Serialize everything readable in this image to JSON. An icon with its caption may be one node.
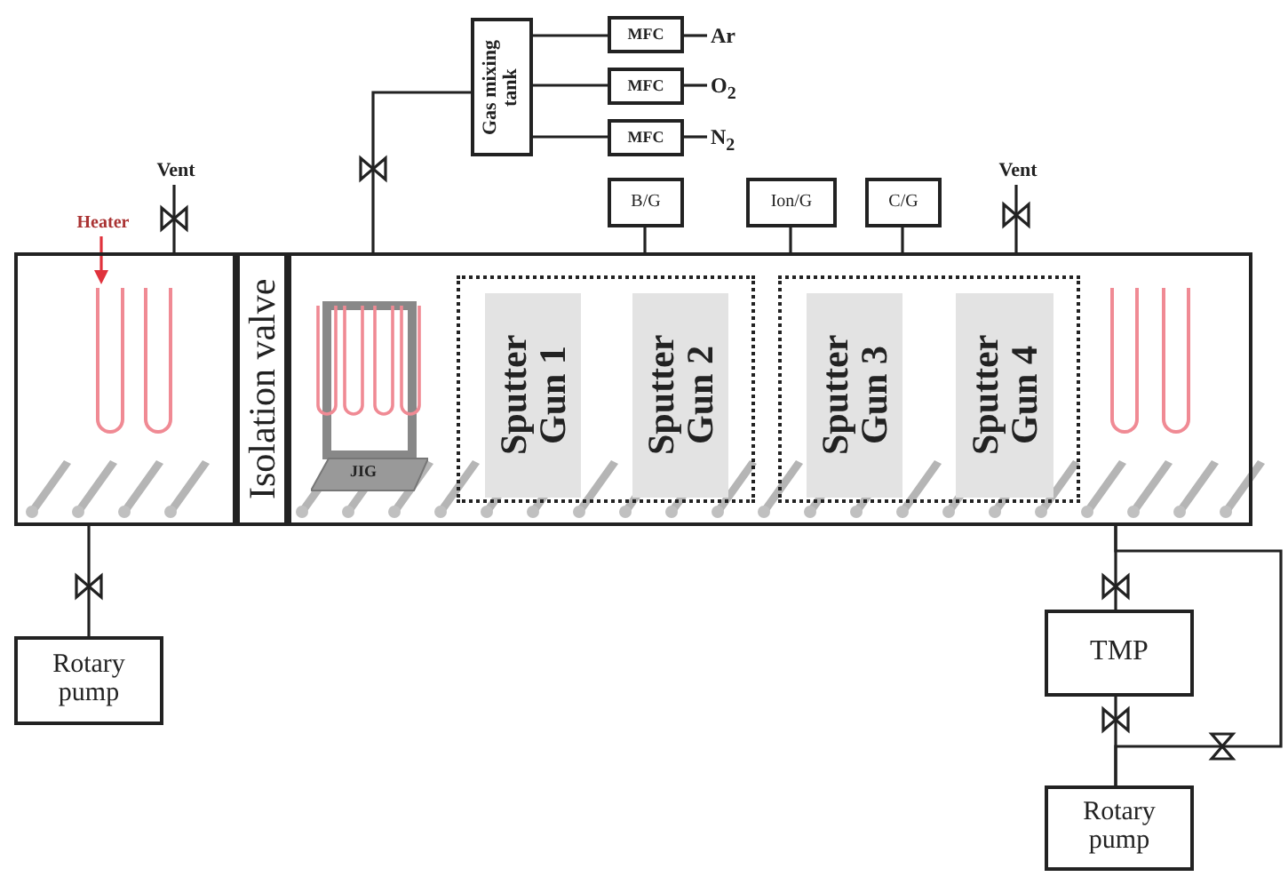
{
  "diagram": {
    "nodes": [
      {
        "text": [],
        "shape": "box"
      },
      {
        "text": [
          "Isolation valve"
        ]
      },
      {
        "text": [],
        "shape": "box"
      },
      {
        "text": [
          "Gas mixing tank"
        ]
      },
      {
        "text": [
          "MFC"
        ]
      },
      {
        "text": [
          "MFC"
        ]
      },
      {
        "text": [
          "MFC"
        ]
      },
      {
        "text": [
          "Ar"
        ]
      },
      {
        "text": [
          "O$_{2}$"
        ]
      },
      {
        "text": [
          "N$_{2}$"
        ]
      },
      {
        "text": [
          "B/G"
        ]
      },
      {
        "text": [
          "Ion/G"
        ]
      },
      {
        "text": [
          "C/G"
        ]
      },
      {
        "text": [
          "JIG"
        ],
        "in": 2
      },
      {
        "text": [],
        "shape": "box",
        "in": 2
      },
      {
        "text": [
          "Sputter Gun 1"
        ],
        "in": 14
      },
      {
        "text": [
          "Sputter Gun 2"
        ],
        "in": 14
      },
      {
        "text": [],
        "shape": "box",
        "in": 2
      },
      {
        "text": [
          "Sputter Gun 3"
        ],
        "in": 17
      },
      {
        "text": [
          "Sputter Gun 4"
        ],
        "in": 17
      },
      {
        "text": [
          "Vent"
        ]
      },
      {
        "text": [
          "Vent"
        ]
      },
      {
        "text": [
          "Heater"
        ]
      },
      {
        "text": [
          "Rotary pump"
        ]
      },
      {
        "text": [
          "TMP"
        ]
      },
      {
        "text": [
          "Rotary pump"
        ]
      }
    ],
    "edges": [
      {
        "from": 0,
        "to": 20,
        "arrow": "none"
      },
      {
        "from": 2,
        "to": 3,
        "arrow": "none"
      },
      {
        "from": 3,
        "to": 4,
        "arrow": "none"
      },
      {
        "from": 3,
        "to": 5,
        "arrow": "none"
      },
      {
        "from": 3,
        "to": 6,
        "arrow": "none"
      },
      {
        "from": 4,
        "to": 7,
        "arrow": "none"
      },
      {
        "from": 5,
        "to": 8,
        "arrow": "none"
      },
      {
        "from": 6,
        "to": 9,
        "arrow": "none"
      },
      {
        "from": 10,
        "to": 2,
        "arrow": "none"
      },
      {
        "from": 11,
        "to": 2,
        "arrow": "none"
      },
      {
        "from": 12,
        "to": 2,
        "arrow": "none"
      },
      {
        "from": 2,
        "to": 21,
        "arrow": "none"
      },
      {
        "from": 22,
        "to": 0,
        "arrow": "to",
        "color": "#e0323c"
      },
      {
        "from": 0,
        "to": 23,
        "arrow": "none"
      },
      {
        "from": 2,
        "to": 24,
        "arrow": "none"
      },
      {
        "from": 24,
        "to": 25,
        "arrow": "none"
      },
      {
        "from": 2,
        "to": 25,
        "arrow": "none"
      }
    ]
  }
}
